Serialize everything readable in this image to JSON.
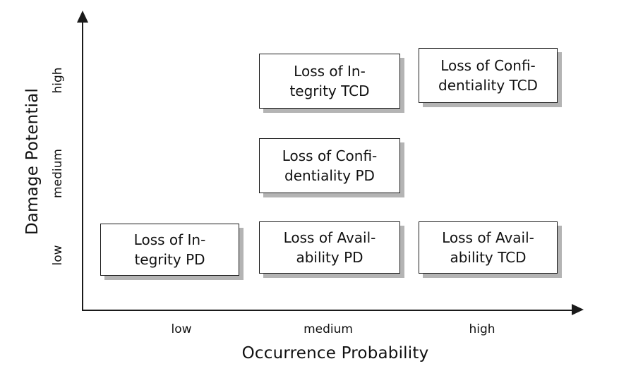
{
  "chart_data": {
    "type": "table",
    "title": "",
    "xlabel": "Occurrence Probability",
    "ylabel": "Damage Potential",
    "x_categories": [
      "low",
      "medium",
      "high"
    ],
    "y_categories": [
      "low",
      "medium",
      "high"
    ],
    "grid": false,
    "legend": "none",
    "cells": [
      {
        "x": "medium",
        "y": "high",
        "label": "Loss of Integrity TCD",
        "line1": "Loss of In-",
        "line2": "tegrity TCD"
      },
      {
        "x": "high",
        "y": "high",
        "label": "Loss of Confidentiality TCD",
        "line1": "Loss of Confi-",
        "line2": "dentiality TCD"
      },
      {
        "x": "medium",
        "y": "medium",
        "label": "Loss of Confidentiality PD",
        "line1": "Loss of Confi-",
        "line2": "dentiality PD"
      },
      {
        "x": "low",
        "y": "low",
        "label": "Loss of Integrity PD",
        "line1": "Loss of In-",
        "line2": "tegrity PD"
      },
      {
        "x": "medium",
        "y": "low",
        "label": "Loss of Availability PD",
        "line1": "Loss of Avail-",
        "line2": "ability PD"
      },
      {
        "x": "high",
        "y": "low",
        "label": "Loss of Availability TCD",
        "line1": "Loss of Avail-",
        "line2": "ability TCD"
      }
    ]
  },
  "axes": {
    "x": {
      "title": "Occurrence Probability",
      "ticks": {
        "low": "low",
        "medium": "medium",
        "high": "high"
      }
    },
    "y": {
      "title": "Damage Potential",
      "ticks": {
        "low": "low",
        "medium": "medium",
        "high": "high"
      }
    }
  },
  "colors": {
    "axis": "#1a1a1a",
    "box_border": "#1a1a1a",
    "box_fill": "#ffffff",
    "box_shadow": "#b4b4b4",
    "text": "#111111",
    "background": "#ffffff"
  }
}
